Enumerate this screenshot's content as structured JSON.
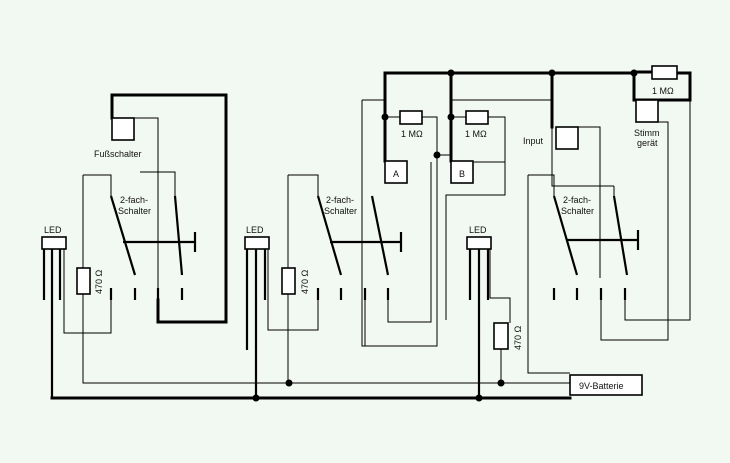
{
  "labels": {
    "footswitch": "Fußschalter",
    "switch_line1": "2-fach-",
    "switch_line2": "Schalter",
    "led": "LED",
    "r470": "470 Ω",
    "r1m": "1 MΩ",
    "jack_a": "A",
    "jack_b": "B",
    "input": "Input",
    "tuner_line1": "Stimm",
    "tuner_line2": "gerät",
    "battery": "9V-Batterie"
  },
  "colors": {
    "background": "#f2f8f2",
    "wire": "#000000"
  }
}
